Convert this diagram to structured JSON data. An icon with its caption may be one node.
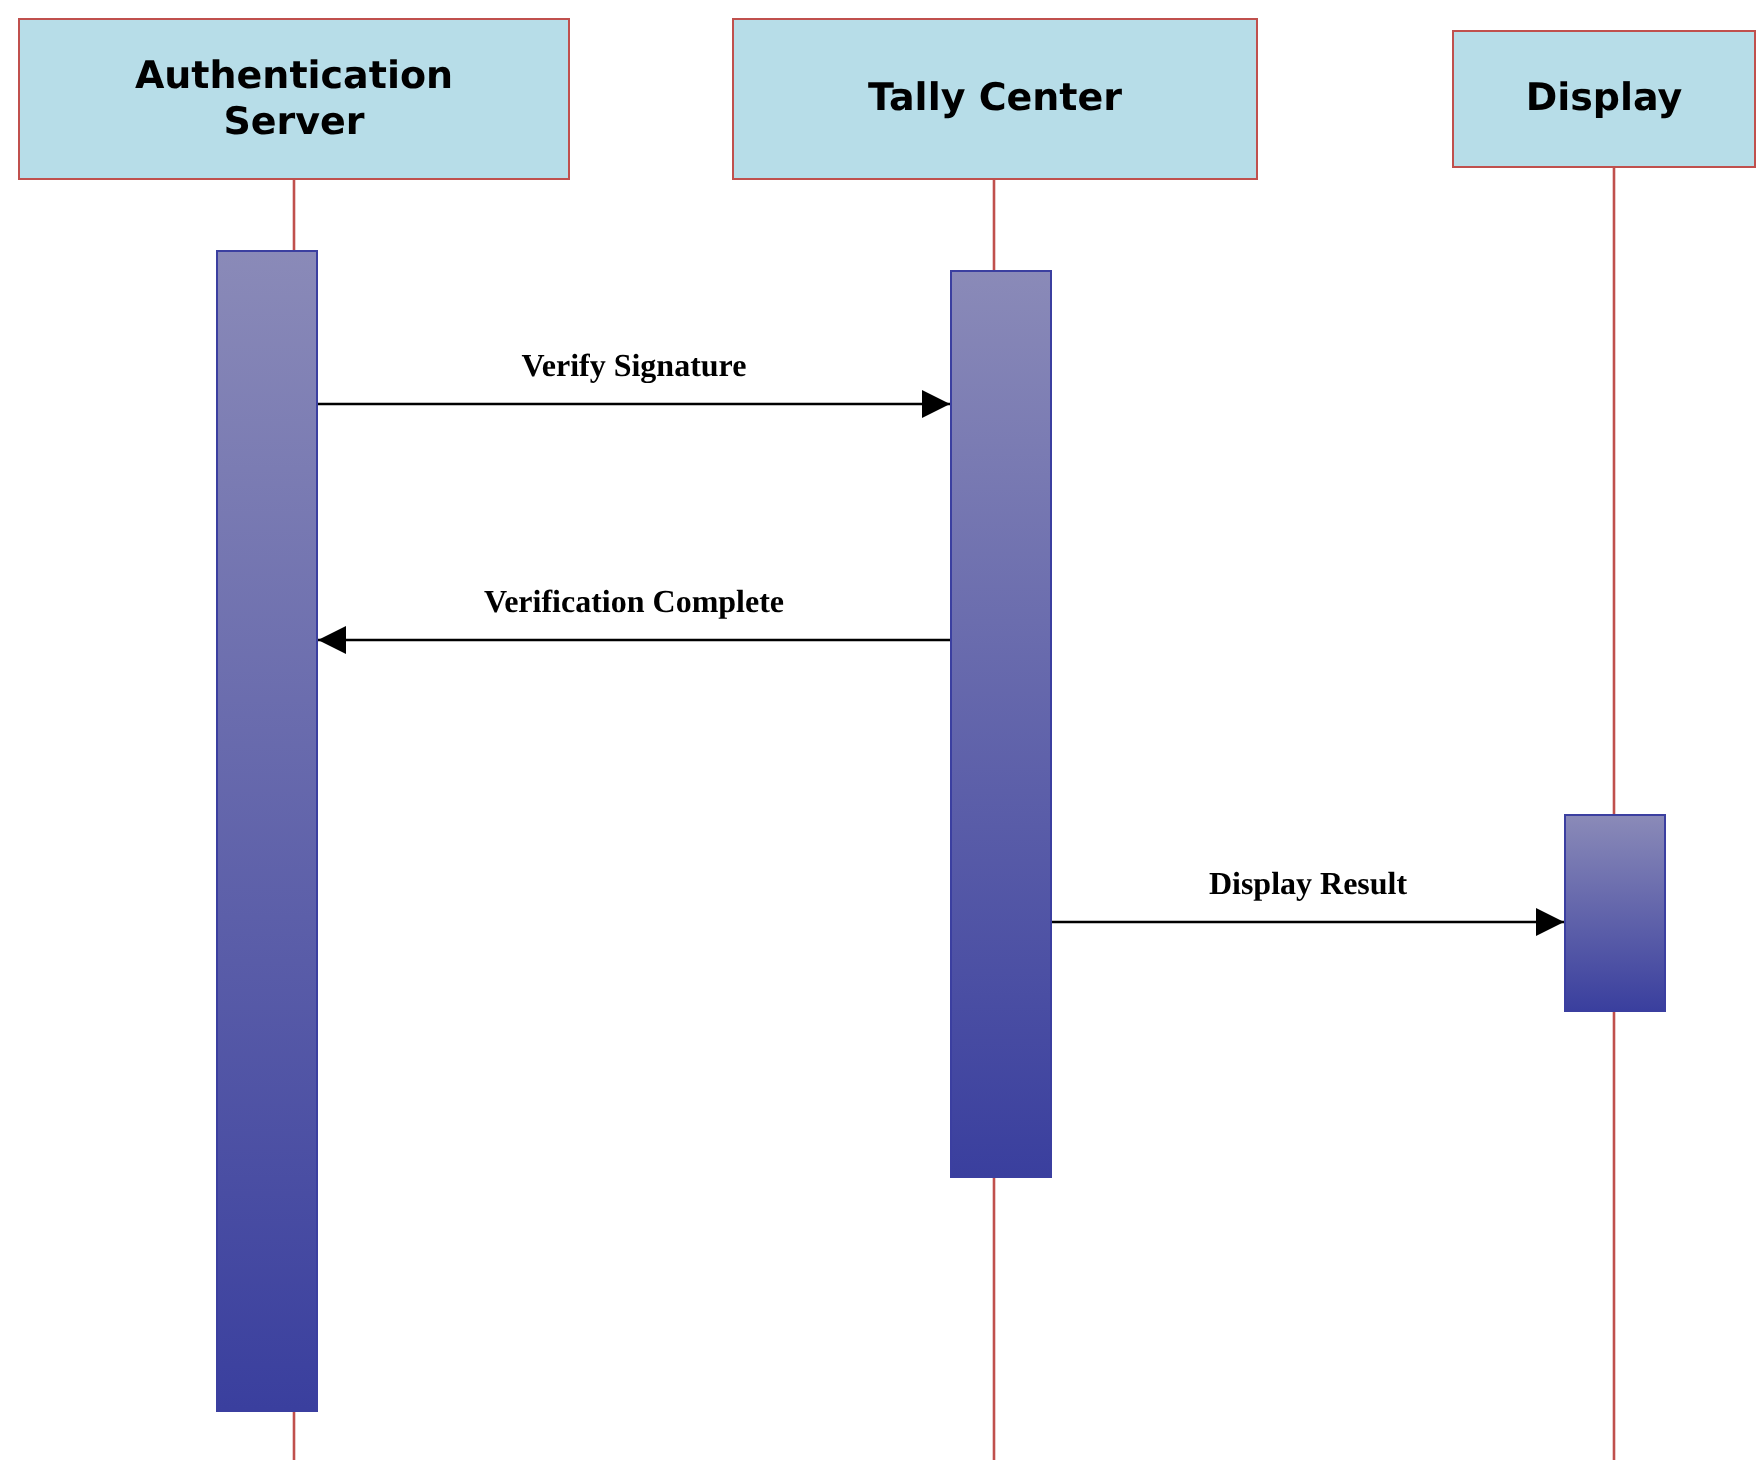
{
  "diagram": {
    "nodes": [
      {
        "text": [
          "Authentication Server"
        ]
      },
      {
        "text": [
          "Tally Center"
        ]
      },
      {
        "text": [
          "Display"
        ]
      },
      {
        "text": [],
        "shape": "bar"
      },
      {
        "text": [],
        "shape": "bar"
      },
      {
        "text": [],
        "shape": "bar"
      }
    ],
    "edges": [
      {
        "from": 0,
        "to": 3,
        "arrow": "none",
        "color": "#c0504d"
      },
      {
        "from": 1,
        "to": 4,
        "arrow": "none",
        "color": "#c0504d"
      },
      {
        "from": 2,
        "to": 5,
        "arrow": "none",
        "color": "#c0504d"
      },
      {
        "from": 3,
        "to": 4,
        "arrow": "to",
        "label": "Verify Signature",
        "color": "#000000"
      },
      {
        "from": 4,
        "to": 3,
        "arrow": "to",
        "label": "Verification Complete",
        "color": "#000000"
      },
      {
        "from": 4,
        "to": 5,
        "arrow": "to",
        "label": "Display Result",
        "color": "#000000"
      }
    ]
  }
}
